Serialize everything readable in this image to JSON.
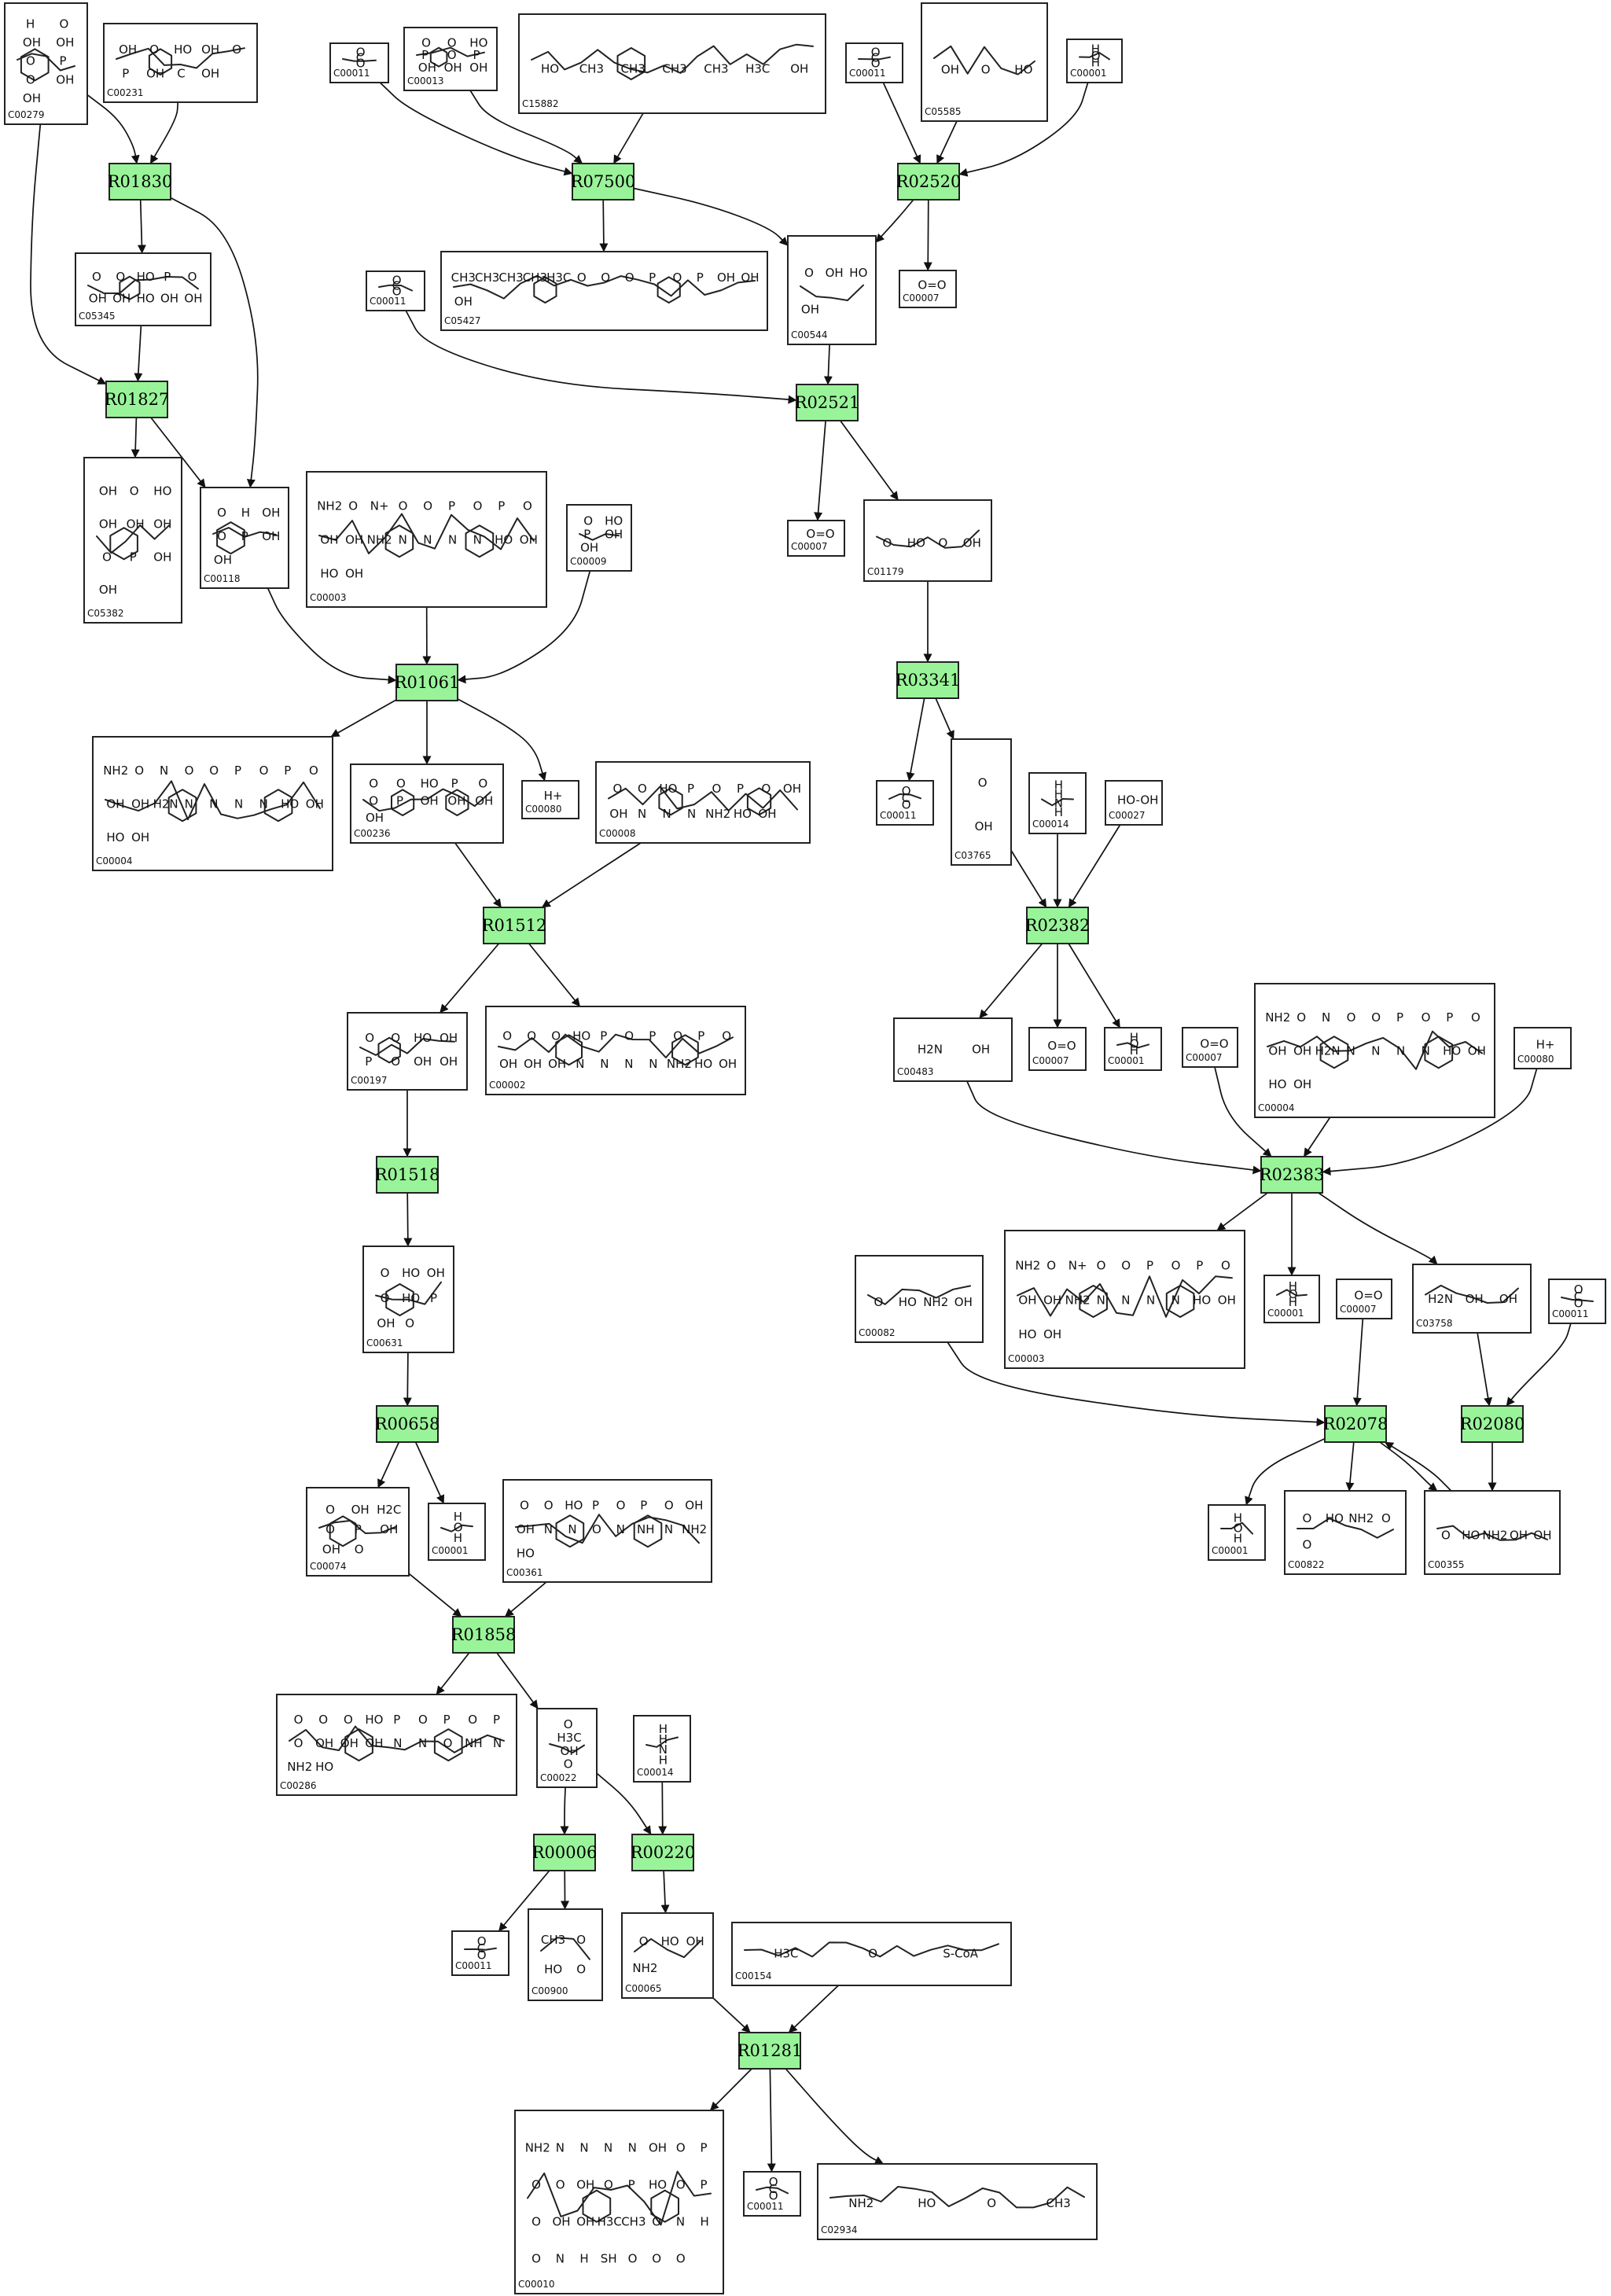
{
  "diagram": {
    "reaction_fill": "#99f499",
    "reactions": [
      {
        "id": "r1830",
        "label": "R01830"
      },
      {
        "id": "r1827",
        "label": "R01827"
      },
      {
        "id": "r7500",
        "label": "R07500"
      },
      {
        "id": "r2520",
        "label": "R02520"
      },
      {
        "id": "r2521",
        "label": "R02521"
      },
      {
        "id": "r1061",
        "label": "R01061"
      },
      {
        "id": "r3341",
        "label": "R03341"
      },
      {
        "id": "r1512",
        "label": "R01512"
      },
      {
        "id": "r2382",
        "label": "R02382"
      },
      {
        "id": "r1518",
        "label": "R01518"
      },
      {
        "id": "r2383",
        "label": "R02383"
      },
      {
        "id": "r0658",
        "label": "R00658"
      },
      {
        "id": "r2078",
        "label": "R02078"
      },
      {
        "id": "r2080",
        "label": "R02080"
      },
      {
        "id": "r1858",
        "label": "R01858"
      },
      {
        "id": "r0006",
        "label": "R00006"
      },
      {
        "id": "r0220",
        "label": "R00220"
      },
      {
        "id": "r1281",
        "label": "R01281"
      }
    ],
    "compounds": [
      {
        "id": "c279",
        "label": "C00279",
        "atoms": [
          "H",
          "O",
          "OH",
          "OH",
          "O",
          "P",
          "O",
          "OH",
          "OH"
        ]
      },
      {
        "id": "c231",
        "label": "C00231",
        "atoms": [
          "OH",
          "O",
          "HO",
          "OH",
          "O",
          "P",
          "OH",
          "C",
          "OH"
        ]
      },
      {
        "id": "c11a",
        "label": "C00011",
        "atoms": [
          "O",
          "C",
          "O"
        ]
      },
      {
        "id": "c13",
        "label": "C00013",
        "atoms": [
          "O",
          "O",
          "HO",
          "P",
          "O",
          "P",
          "OH",
          "OH",
          "OH"
        ]
      },
      {
        "id": "c15882",
        "label": "C15882",
        "atoms": [
          "HO",
          "CH3",
          "CH3",
          "CH3",
          "CH3",
          "H3C",
          "OH"
        ]
      },
      {
        "id": "c11b",
        "label": "C00011",
        "atoms": [
          "O",
          "C",
          "O"
        ]
      },
      {
        "id": "c5585",
        "label": "C05585",
        "atoms": [
          "OH",
          "O",
          "HO"
        ]
      },
      {
        "id": "c1a",
        "label": "C00001",
        "atoms": [
          "H",
          "O",
          "H"
        ]
      },
      {
        "id": "c5345",
        "label": "C05345",
        "atoms": [
          "O",
          "O",
          "HO",
          "P",
          "O",
          "OH",
          "OH",
          "HO",
          "OH",
          "OH"
        ]
      },
      {
        "id": "c5427",
        "label": "C05427",
        "atoms": [
          "CH3",
          "CH3",
          "CH3",
          "CH3",
          "H3C",
          "O",
          "O",
          "O",
          "P",
          "O",
          "P",
          "OH",
          "OH",
          "OH"
        ]
      },
      {
        "id": "c544",
        "label": "C00544",
        "atoms": [
          "O",
          "OH",
          "HO",
          "OH"
        ]
      },
      {
        "id": "c7a",
        "label": "C00007",
        "atoms": [
          "O=O"
        ]
      },
      {
        "id": "c11c",
        "label": "C00011",
        "atoms": [
          "O",
          "C",
          "O"
        ]
      },
      {
        "id": "c5382",
        "label": "C05382",
        "atoms": [
          "OH",
          "O",
          "HO",
          "OH",
          "OH",
          "OH",
          "O",
          "P",
          "OH",
          "OH"
        ]
      },
      {
        "id": "c118",
        "label": "C00118",
        "atoms": [
          "O",
          "H",
          "OH",
          "O",
          "P",
          "OH",
          "OH"
        ]
      },
      {
        "id": "c3a",
        "label": "C00003",
        "atoms": [
          "NH2",
          "O",
          "N+",
          "O",
          "O",
          "P",
          "O",
          "P",
          "O",
          "OH",
          "OH",
          "NH2",
          "N",
          "N",
          "N",
          "N",
          "HO",
          "OH",
          "HO",
          "OH"
        ]
      },
      {
        "id": "c9",
        "label": "C00009",
        "atoms": [
          "O",
          "HO",
          "P",
          "OH",
          "OH"
        ]
      },
      {
        "id": "c7b",
        "label": "C00007",
        "atoms": [
          "O=O"
        ]
      },
      {
        "id": "c1179",
        "label": "C01179",
        "atoms": [
          "O",
          "HO",
          "O",
          "OH"
        ]
      },
      {
        "id": "c4a",
        "label": "C00004",
        "atoms": [
          "NH2",
          "O",
          "N",
          "O",
          "O",
          "P",
          "O",
          "P",
          "O",
          "OH",
          "OH",
          "H2N",
          "N",
          "N",
          "N",
          "N",
          "HO",
          "OH",
          "HO",
          "OH"
        ]
      },
      {
        "id": "c236",
        "label": "C00236",
        "atoms": [
          "O",
          "O",
          "HO",
          "P",
          "O",
          "O",
          "P",
          "OH",
          "OH",
          "OH",
          "OH"
        ]
      },
      {
        "id": "c80a",
        "label": "C00080",
        "atoms": [
          "H+"
        ]
      },
      {
        "id": "c8",
        "label": "C00008",
        "atoms": [
          "O",
          "O",
          "HO",
          "P",
          "O",
          "P",
          "O",
          "OH",
          "OH",
          "N",
          "N",
          "N",
          "NH2",
          "HO",
          "OH"
        ]
      },
      {
        "id": "c11d",
        "label": "C00011",
        "atoms": [
          "O",
          "C",
          "O"
        ]
      },
      {
        "id": "c3765",
        "label": "C03765",
        "atoms": [
          "O",
          "OH"
        ]
      },
      {
        "id": "c14a",
        "label": "C00014",
        "atoms": [
          "H",
          "H",
          "N",
          "H"
        ]
      },
      {
        "id": "c27",
        "label": "C00027",
        "atoms": [
          "HO-OH"
        ]
      },
      {
        "id": "c197",
        "label": "C00197",
        "atoms": [
          "O",
          "O",
          "HO",
          "OH",
          "P",
          "O",
          "OH",
          "OH"
        ]
      },
      {
        "id": "c2",
        "label": "C00002",
        "atoms": [
          "O",
          "O",
          "O",
          "HO",
          "P",
          "O",
          "P",
          "O",
          "P",
          "O",
          "OH",
          "OH",
          "OH",
          "N",
          "N",
          "N",
          "N",
          "NH2",
          "HO",
          "OH"
        ]
      },
      {
        "id": "c483",
        "label": "C00483",
        "atoms": [
          "H2N",
          "OH"
        ]
      },
      {
        "id": "c7c",
        "label": "C00007",
        "atoms": [
          "O=O"
        ]
      },
      {
        "id": "c1b",
        "label": "C00001",
        "atoms": [
          "H",
          "O",
          "H"
        ]
      },
      {
        "id": "c7d",
        "label": "C00007",
        "atoms": [
          "O=O"
        ]
      },
      {
        "id": "c4b",
        "label": "C00004",
        "atoms": [
          "NH2",
          "O",
          "N",
          "O",
          "O",
          "P",
          "O",
          "P",
          "O",
          "OH",
          "OH",
          "H2N",
          "N",
          "N",
          "N",
          "N",
          "HO",
          "OH",
          "HO",
          "OH"
        ]
      },
      {
        "id": "c80b",
        "label": "C00080",
        "atoms": [
          "H+"
        ]
      },
      {
        "id": "c631",
        "label": "C00631",
        "atoms": [
          "O",
          "HO",
          "OH",
          "O",
          "HO",
          "P",
          "OH",
          "O"
        ]
      },
      {
        "id": "c3b",
        "label": "C00003",
        "atoms": [
          "NH2",
          "O",
          "N+",
          "O",
          "O",
          "P",
          "O",
          "P",
          "O",
          "OH",
          "OH",
          "NH2",
          "N",
          "N",
          "N",
          "N",
          "HO",
          "OH",
          "HO",
          "OH"
        ]
      },
      {
        "id": "c82",
        "label": "C00082",
        "atoms": [
          "O",
          "HO",
          "NH2",
          "OH"
        ]
      },
      {
        "id": "c1c",
        "label": "C00001",
        "atoms": [
          "H",
          "O",
          "H"
        ]
      },
      {
        "id": "c7e",
        "label": "C00007",
        "atoms": [
          "O=O"
        ]
      },
      {
        "id": "c3758",
        "label": "C03758",
        "atoms": [
          "H2N",
          "OH",
          "OH"
        ]
      },
      {
        "id": "c11e",
        "label": "C00011",
        "atoms": [
          "O",
          "C",
          "O"
        ]
      },
      {
        "id": "c74",
        "label": "C00074",
        "atoms": [
          "O",
          "OH",
          "H2C",
          "O",
          "P",
          "OH",
          "OH",
          "O"
        ]
      },
      {
        "id": "c1d",
        "label": "C00001",
        "atoms": [
          "H",
          "O",
          "H"
        ]
      },
      {
        "id": "c361",
        "label": "C00361",
        "atoms": [
          "O",
          "O",
          "HO",
          "P",
          "O",
          "P",
          "O",
          "OH",
          "OH",
          "N",
          "N",
          "O",
          "N",
          "NH",
          "N",
          "NH2",
          "HO"
        ]
      },
      {
        "id": "c1e",
        "label": "C00001",
        "atoms": [
          "H",
          "O",
          "H"
        ]
      },
      {
        "id": "c822",
        "label": "C00822",
        "atoms": [
          "O",
          "HO",
          "NH2",
          "O",
          "O"
        ]
      },
      {
        "id": "c355",
        "label": "C00355",
        "atoms": [
          "O",
          "HO",
          "NH2",
          "OH",
          "OH"
        ]
      },
      {
        "id": "c286",
        "label": "C00286",
        "atoms": [
          "O",
          "O",
          "O",
          "HO",
          "P",
          "O",
          "P",
          "O",
          "P",
          "O",
          "OH",
          "OH",
          "OH",
          "N",
          "N",
          "O",
          "NH",
          "N",
          "NH2",
          "HO"
        ]
      },
      {
        "id": "c22",
        "label": "C00022",
        "atoms": [
          "O",
          "H3C",
          "OH",
          "O"
        ]
      },
      {
        "id": "c14b",
        "label": "C00014",
        "atoms": [
          "H",
          "H",
          "N",
          "H"
        ]
      },
      {
        "id": "c11f",
        "label": "C00011",
        "atoms": [
          "O",
          "C",
          "O"
        ]
      },
      {
        "id": "c900",
        "label": "C00900",
        "atoms": [
          "CH3",
          "O",
          "HO",
          "O"
        ]
      },
      {
        "id": "c65",
        "label": "C00065",
        "atoms": [
          "O",
          "HO",
          "OH",
          "NH2"
        ]
      },
      {
        "id": "c154",
        "label": "C00154",
        "atoms": [
          "H3C",
          "O",
          "S-CoA"
        ]
      },
      {
        "id": "c10",
        "label": "C00010",
        "atoms": [
          "NH2",
          "N",
          "N",
          "N",
          "N",
          "OH",
          "O",
          "P",
          "O",
          "O",
          "OH",
          "O",
          "P",
          "HO",
          "O",
          "P",
          "O",
          "OH",
          "OH",
          "H3C",
          "CH3",
          "O",
          "N",
          "H",
          "O",
          "N",
          "H",
          "SH",
          "O",
          "O",
          "O"
        ]
      },
      {
        "id": "c11g",
        "label": "C00011",
        "atoms": [
          "O",
          "C",
          "O"
        ]
      },
      {
        "id": "c2934",
        "label": "C02934",
        "atoms": [
          "NH2",
          "HO",
          "O",
          "CH3"
        ]
      }
    ]
  }
}
